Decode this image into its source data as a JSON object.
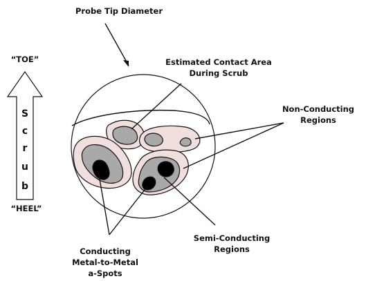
{
  "diagram": {
    "labels": {
      "probe_tip": "Probe Tip Diameter",
      "contact_area_line1": "Estimated Contact Area",
      "contact_area_line2": "During Scrub",
      "non_conducting_line1": "Non-Conducting",
      "non_conducting_line2": "Regions",
      "semi_conducting_line1": "Semi-Conducting",
      "semi_conducting_line2": "Regions",
      "conducting_line1": "Conducting",
      "conducting_line2": "Metal-to-Metal",
      "conducting_line3": "a-Spots",
      "toe": "“TOE”",
      "heel": "“HEEL”",
      "scrub_letters": [
        "S",
        "c",
        "r",
        "u",
        "b"
      ]
    },
    "colors": {
      "non_conducting_fill": "#f1dfdd",
      "semi_conducting_fill": "#a9a9a9",
      "conducting_fill": "#000000",
      "outline": "#111111"
    }
  }
}
